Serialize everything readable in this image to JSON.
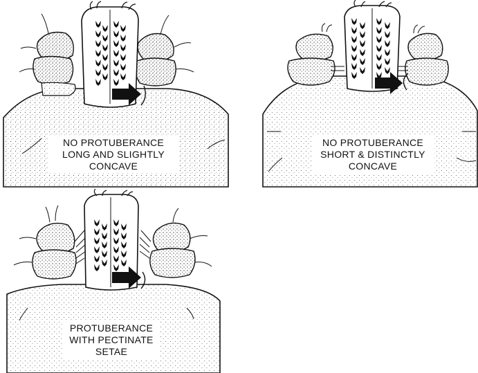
{
  "panels": [
    {
      "id": "a",
      "caption": [
        "NO PROTUBERANCE",
        "LONG AND SLIGHTLY",
        "CONCAVE"
      ]
    },
    {
      "id": "b",
      "caption": [
        "NO PROTUBERANCE",
        "SHORT & DISTINCTLY",
        "CONCAVE"
      ]
    },
    {
      "id": "c",
      "caption": [
        "PROTUBERANCE",
        "WITH PECTINATE",
        "SETAE"
      ]
    }
  ],
  "colors": {
    "ink": "#111111",
    "stipple": "#555555",
    "background": "#ffffff"
  }
}
